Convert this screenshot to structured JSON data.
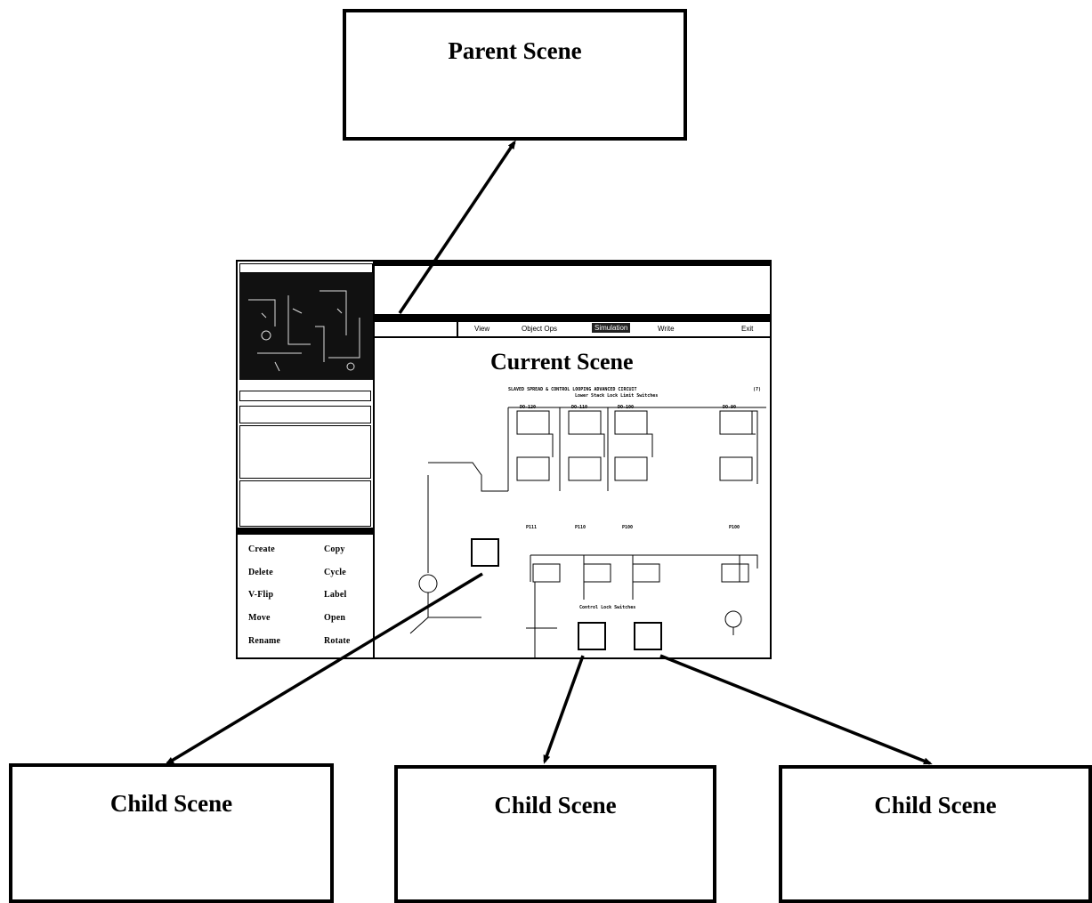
{
  "parent_scene": {
    "label": "Parent Scene"
  },
  "child_scenes": [
    {
      "label": "Child Scene"
    },
    {
      "label": "Child Scene"
    },
    {
      "label": "Child Scene"
    }
  ],
  "app": {
    "current_scene_label": "Current Scene",
    "menu": [
      "View",
      "Object Ops",
      "Simulation",
      "Write",
      "Exit"
    ],
    "active_menu": "Simulation",
    "commands": [
      [
        "Create",
        "Copy"
      ],
      [
        "Delete",
        "Cycle"
      ],
      [
        "V-Flip",
        "Label"
      ],
      [
        "Move",
        "Open"
      ],
      [
        "Rename",
        "Rotate"
      ]
    ],
    "diagram_heading": "SLAVED SPREAD & CONTROL LOOPING ADVANCED CIRCUIT",
    "diagram_page": "(7)",
    "diagram_subheading": "Lower Stack Lock Limit Switches",
    "valve_labels_top": [
      "DO-120",
      "DO-110",
      "DO-100",
      "DO-90"
    ],
    "valve_labels_bottom": [
      "P111",
      "P110",
      "P100",
      "P100"
    ],
    "control_label": "Control Lock Switches"
  }
}
